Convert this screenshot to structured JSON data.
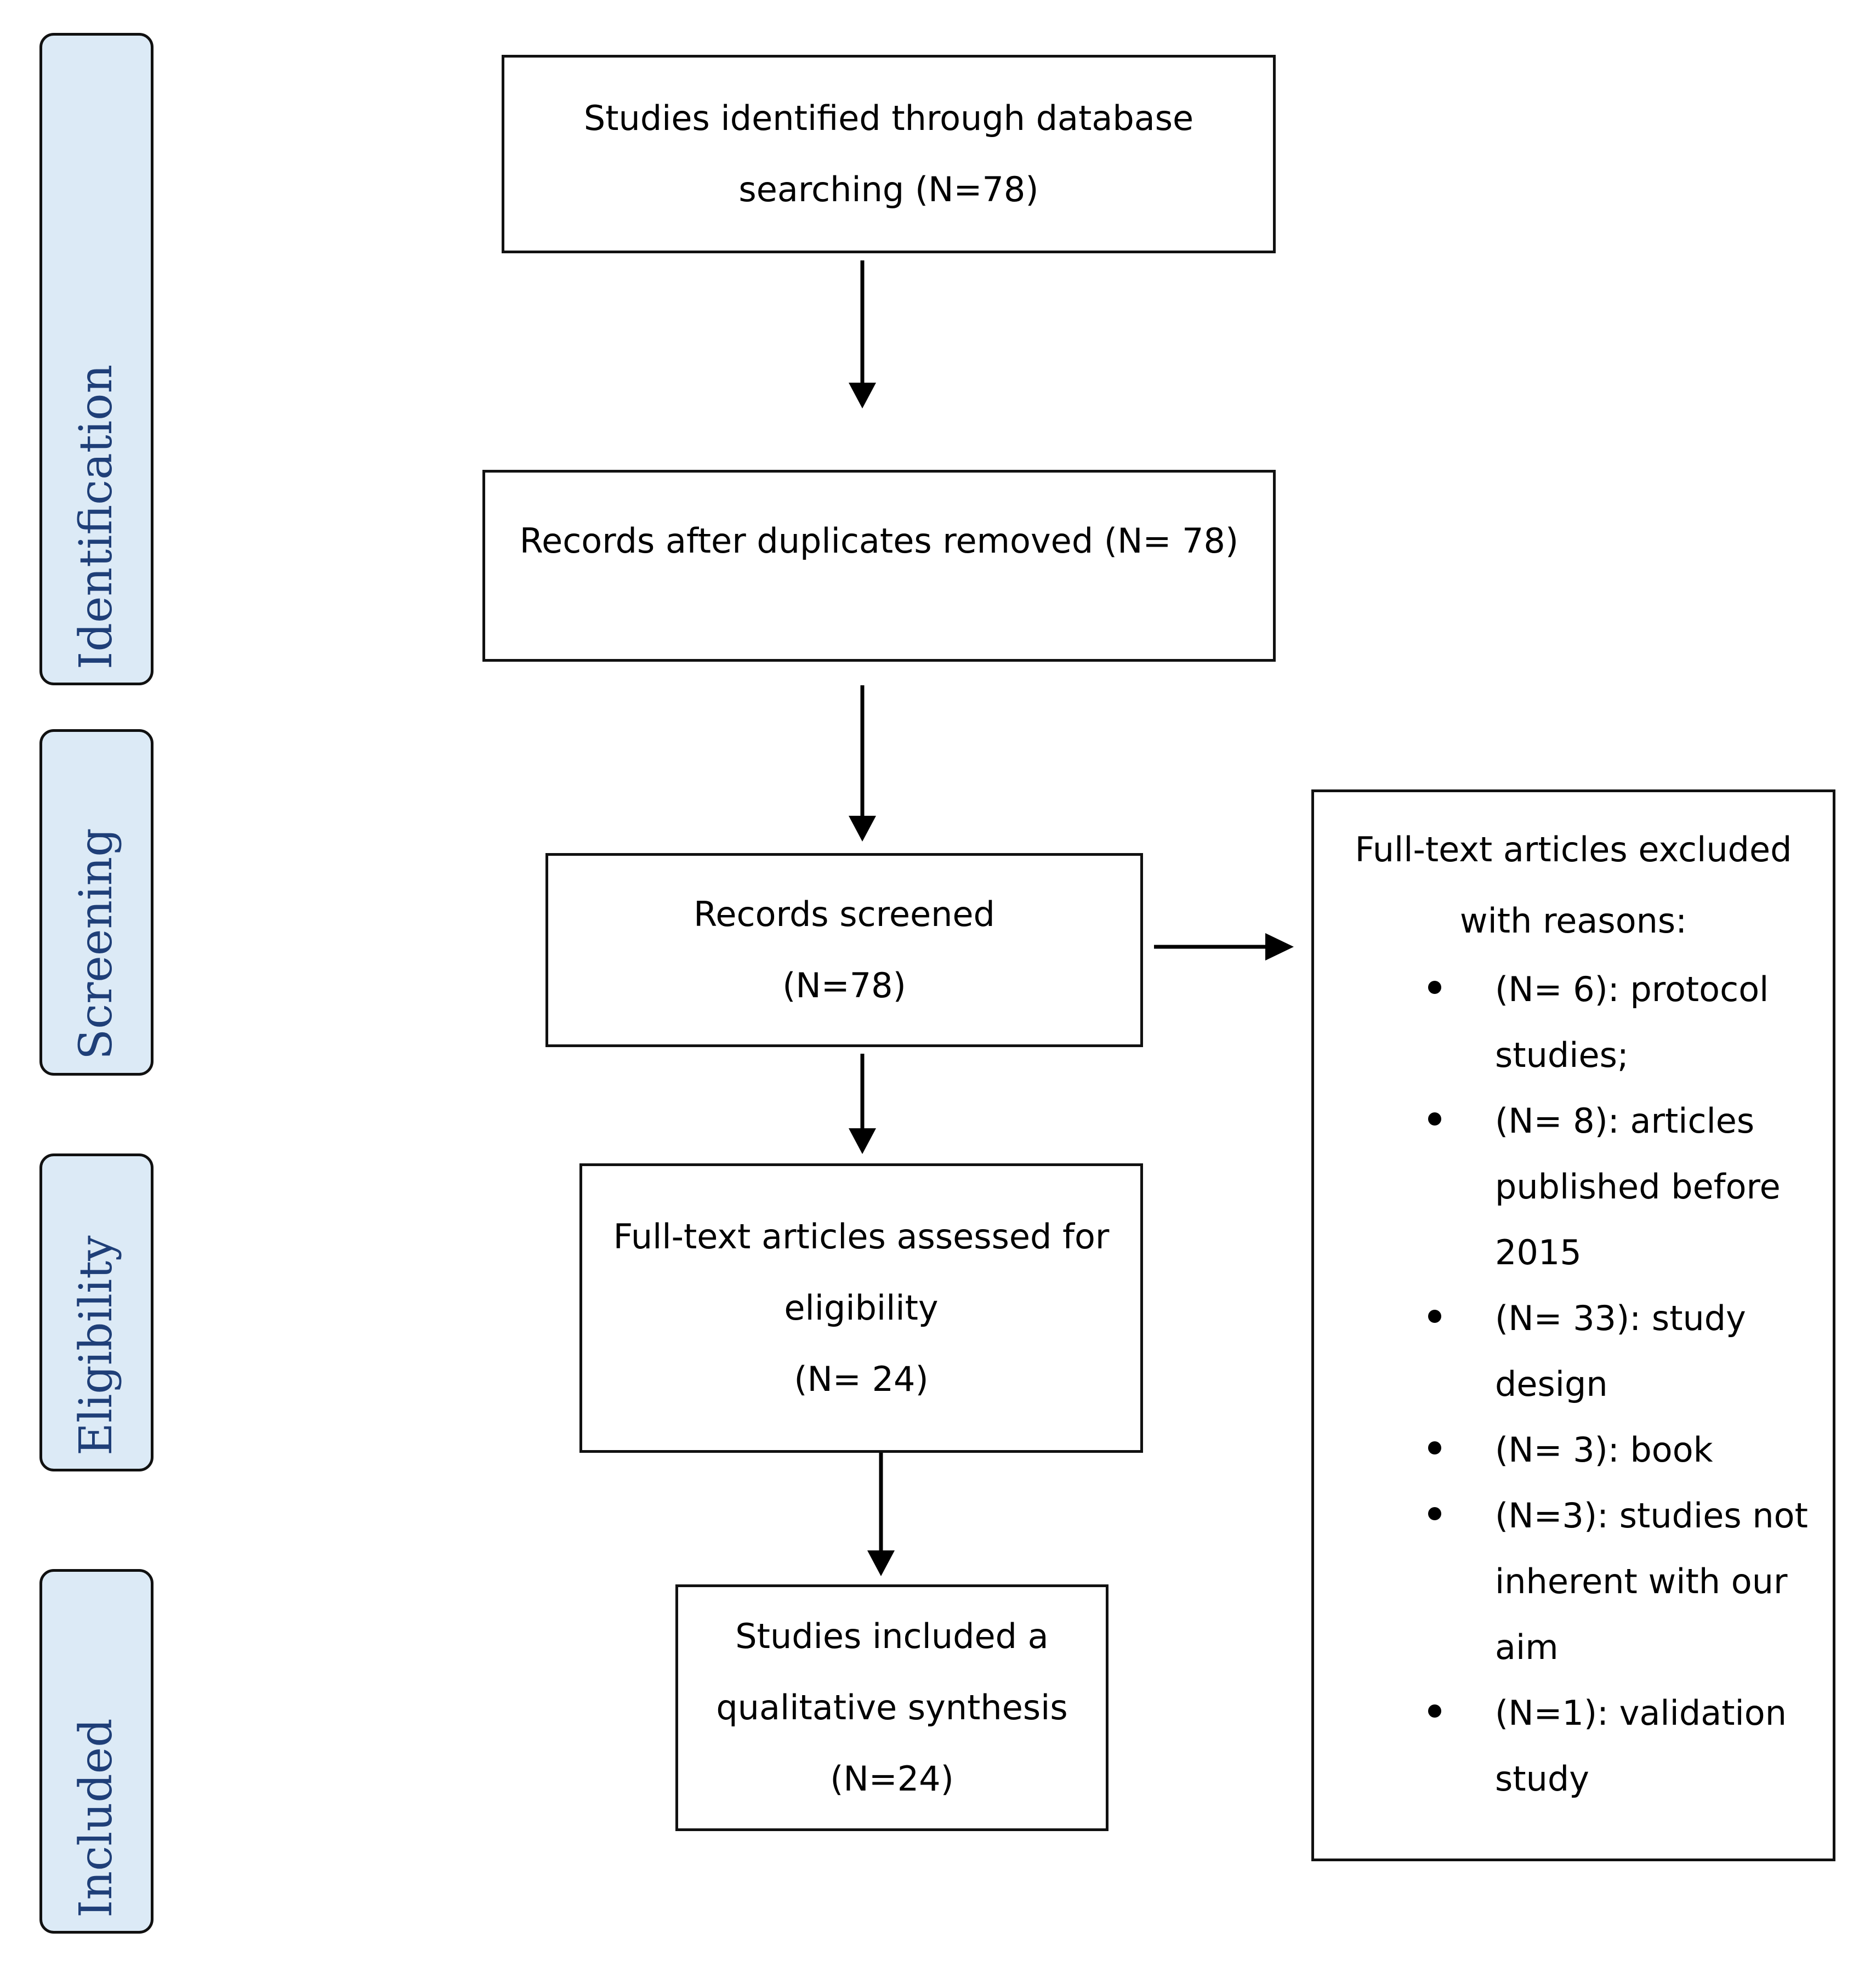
{
  "phases": {
    "identification": "Identification",
    "screening": "Screening",
    "eligibility": "Eligibility",
    "included": "Included"
  },
  "boxes": {
    "identified": [
      "Studies identified through database",
      "searching (N=78)"
    ],
    "after_duplicates": [
      "Records after duplicates removed (N= 78)"
    ],
    "screened": [
      "Records screened",
      "(N=78)"
    ],
    "assessed": [
      "Full-text articles assessed for",
      "eligibility",
      "(N= 24)"
    ],
    "included": [
      "Studies included a",
      "qualitative synthesis",
      "(N=24)"
    ]
  },
  "excluded": {
    "title": [
      "Full-text articles excluded",
      "with reasons:"
    ],
    "reasons": [
      [
        "(N= 6): protocol",
        "studies;"
      ],
      [
        "(N= 8): articles",
        "published before",
        "2015"
      ],
      [
        "(N= 33): study",
        "design"
      ],
      [
        "(N= 3): book"
      ],
      [
        "(N=3): studies not",
        "inherent with our",
        "aim"
      ],
      [
        "(N=1): validation",
        "study"
      ]
    ]
  }
}
